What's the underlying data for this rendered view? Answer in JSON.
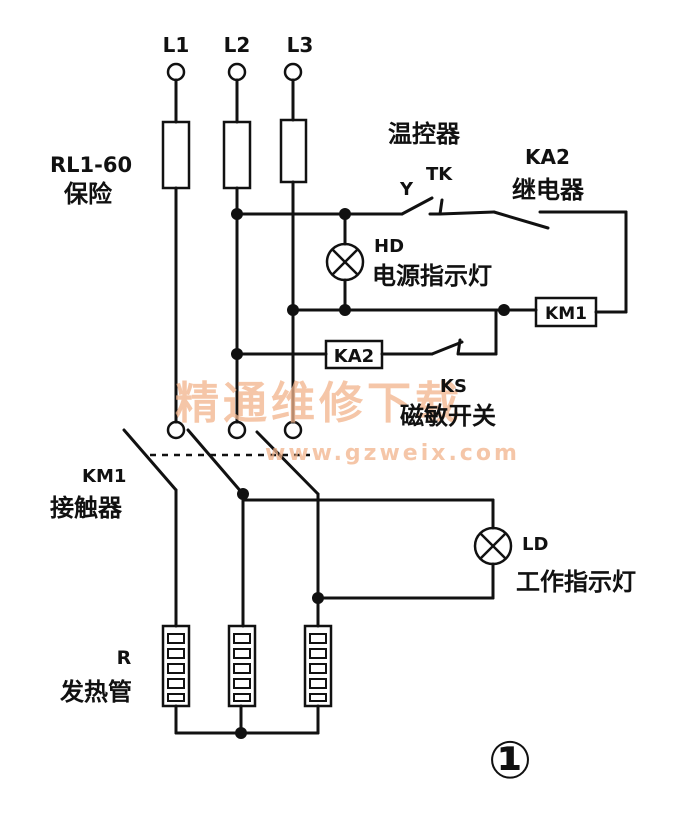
{
  "lines": {
    "l1": "L1",
    "l2": "L2",
    "l3": "L3"
  },
  "fuse": {
    "model": "RL1-60",
    "name": "保险"
  },
  "thermostat": {
    "name": "温控器",
    "code": "TK",
    "terminal": "Y"
  },
  "relay": {
    "code": "KA2",
    "name": "继电器"
  },
  "power_lamp": {
    "code": "HD",
    "name": "电源指示灯"
  },
  "coil_km1": "KM1",
  "coil_ka2": "KA2",
  "reed_switch": {
    "code": "KS",
    "name": "磁敏开关"
  },
  "contactor": {
    "code": "KM1",
    "name": "接触器"
  },
  "work_lamp": {
    "code": "LD",
    "name": "工作指示灯"
  },
  "heater": {
    "code": "R",
    "name": "发热管"
  },
  "figure_number": "①",
  "watermark": {
    "text": "精通维修下载",
    "url": "www.gzweix.com"
  }
}
